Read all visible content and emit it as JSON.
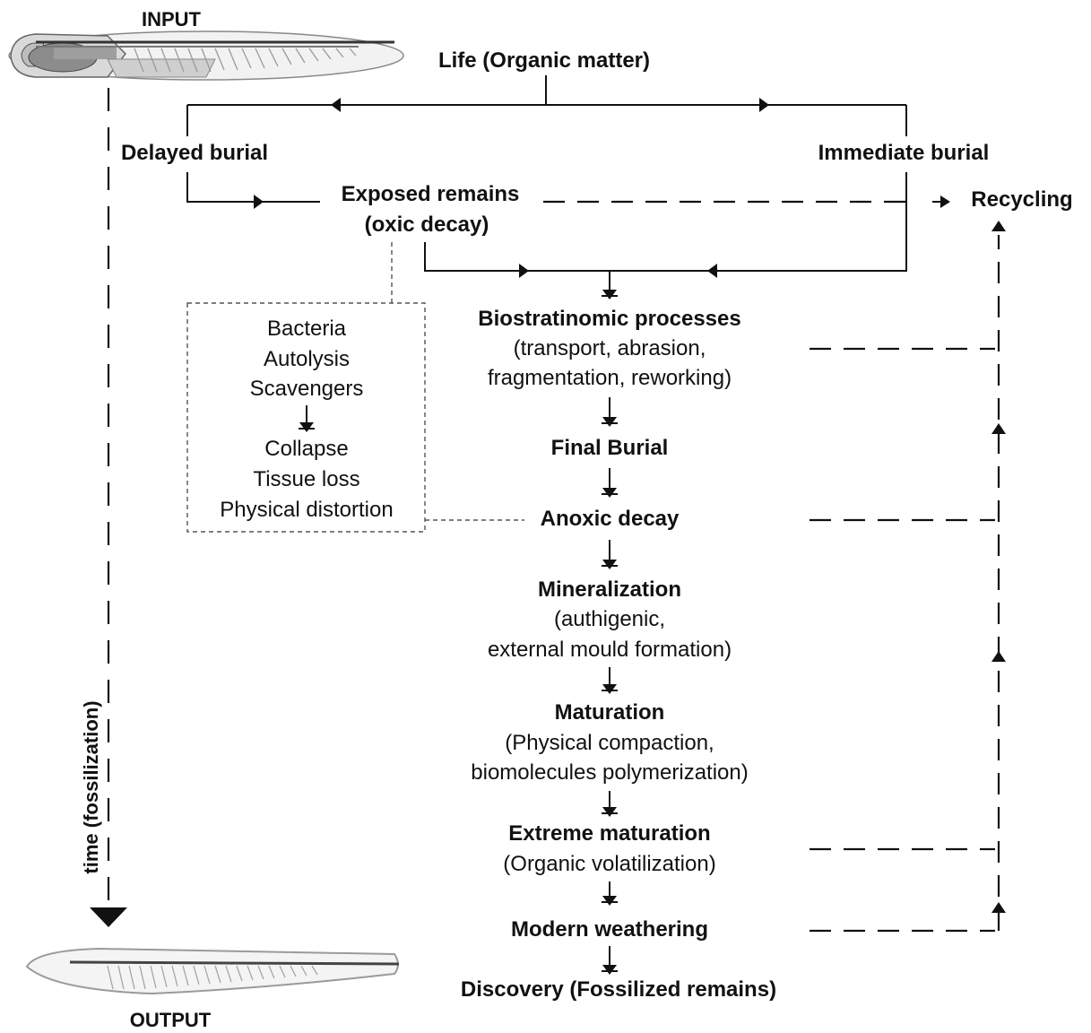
{
  "labels": {
    "input": "INPUT",
    "output": "OUTPUT",
    "time": "time (fossilization)",
    "life": "Life (Organic matter)",
    "delayed_burial": "Delayed burial",
    "immediate_burial": "Immediate burial",
    "exposed_remains": "Exposed remains",
    "oxic_decay": "(oxic decay)",
    "recycling": "Recycling",
    "biostratinomic": "Biostratinomic processes",
    "biostratinomic_detail_1": "(transport, abrasion,",
    "biostratinomic_detail_2": "fragmentation, reworking)",
    "final_burial": "Final Burial",
    "anoxic_decay": "Anoxic decay",
    "mineralization": "Mineralization",
    "mineralization_detail_1": "(authigenic,",
    "mineralization_detail_2": "external mould formation)",
    "maturation": "Maturation",
    "maturation_detail_1": "(Physical compaction,",
    "maturation_detail_2": "biomolecules polymerization)",
    "extreme_maturation": "Extreme maturation",
    "extreme_maturation_detail": "(Organic volatilization)",
    "modern_weathering": "Modern weathering",
    "discovery": "Discovery (Fossilized remains)"
  },
  "decay_box": {
    "items_top": [
      "Bacteria",
      "Autolysis",
      "Scavengers"
    ],
    "items_bottom": [
      "Collapse",
      "Tissue loss",
      "Physical distortion"
    ]
  },
  "icons": {
    "input": "fish-larva-icon",
    "output": "fossil-fish-icon"
  }
}
